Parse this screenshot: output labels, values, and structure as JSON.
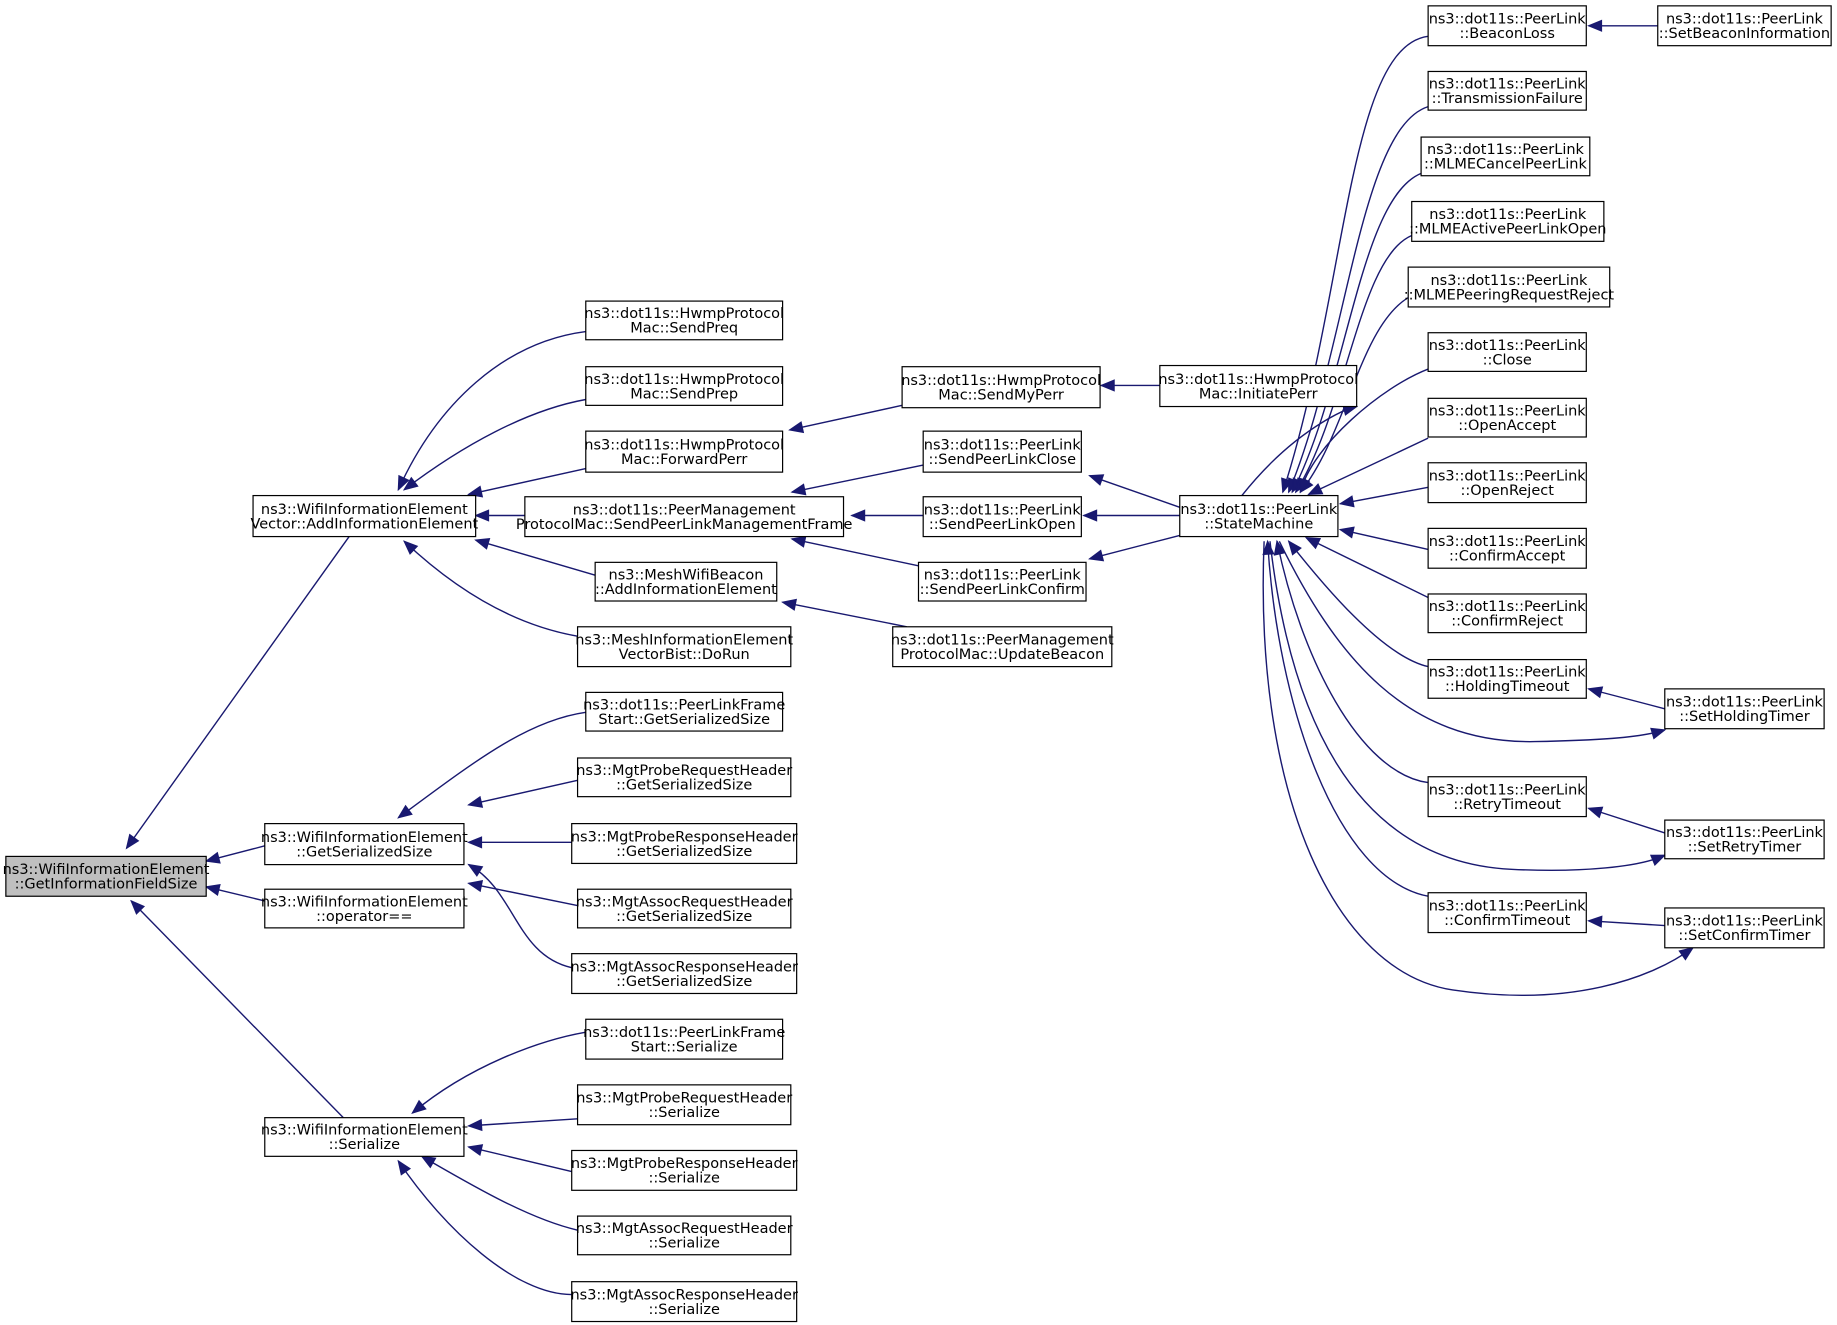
{
  "diagram_type": "caller graph",
  "colors": {
    "edge": "#191970",
    "root_fill": "#bfbfbf",
    "node_fill": "#ffffff",
    "node_border": "#000000"
  },
  "nodes": [
    {
      "id": "n0",
      "lines": [
        "ns3::WifiInformationElement",
        "::GetInformationFieldSize"
      ],
      "root": true
    },
    {
      "id": "n1",
      "lines": [
        "ns3::WifiInformationElement",
        "Vector::AddInformationElement"
      ]
    },
    {
      "id": "n2",
      "lines": [
        "ns3::dot11s::HwmpProtocol",
        "Mac::SendPreq"
      ]
    },
    {
      "id": "n3",
      "lines": [
        "ns3::dot11s::HwmpProtocol",
        "Mac::SendPrep"
      ]
    },
    {
      "id": "n4",
      "lines": [
        "ns3::dot11s::HwmpProtocol",
        "Mac::ForwardPerr"
      ]
    },
    {
      "id": "n5",
      "lines": [
        "ns3::dot11s::PeerManagement",
        "ProtocolMac::SendPeerLinkManagementFrame"
      ]
    },
    {
      "id": "n6",
      "lines": [
        "ns3::MeshWifiBeacon",
        "::AddInformationElement"
      ]
    },
    {
      "id": "n7",
      "lines": [
        "ns3::MeshInformationElement",
        "VectorBist::DoRun"
      ]
    },
    {
      "id": "n8",
      "lines": [
        "ns3::dot11s::HwmpProtocol",
        "Mac::SendMyPerr"
      ]
    },
    {
      "id": "n9",
      "lines": [
        "ns3::dot11s::HwmpProtocol",
        "Mac::InitiatePerr"
      ]
    },
    {
      "id": "n10",
      "lines": [
        "ns3::dot11s::PeerLink",
        "::SendPeerLinkClose"
      ]
    },
    {
      "id": "n11",
      "lines": [
        "ns3::dot11s::PeerLink",
        "::SendPeerLinkOpen"
      ]
    },
    {
      "id": "n12",
      "lines": [
        "ns3::dot11s::PeerLink",
        "::SendPeerLinkConfirm"
      ]
    },
    {
      "id": "n13",
      "lines": [
        "ns3::dot11s::PeerManagement",
        "ProtocolMac::UpdateBeacon"
      ]
    },
    {
      "id": "n14",
      "lines": [
        "ns3::dot11s::PeerLink",
        "::StateMachine"
      ]
    },
    {
      "id": "n15",
      "lines": [
        "ns3::dot11s::PeerLink",
        "::BeaconLoss"
      ]
    },
    {
      "id": "n16",
      "lines": [
        "ns3::dot11s::PeerLink",
        "::SetBeaconInformation"
      ]
    },
    {
      "id": "n17",
      "lines": [
        "ns3::dot11s::PeerLink",
        "::TransmissionFailure"
      ]
    },
    {
      "id": "n18",
      "lines": [
        "ns3::dot11s::PeerLink",
        "::MLMECancelPeerLink"
      ]
    },
    {
      "id": "n19",
      "lines": [
        "ns3::dot11s::PeerLink",
        "::MLMEActivePeerLinkOpen"
      ]
    },
    {
      "id": "n20",
      "lines": [
        "ns3::dot11s::PeerLink",
        "::MLMEPeeringRequestReject"
      ]
    },
    {
      "id": "n21",
      "lines": [
        "ns3::dot11s::PeerLink",
        "::Close"
      ]
    },
    {
      "id": "n22",
      "lines": [
        "ns3::dot11s::PeerLink",
        "::OpenAccept"
      ]
    },
    {
      "id": "n23",
      "lines": [
        "ns3::dot11s::PeerLink",
        "::OpenReject"
      ]
    },
    {
      "id": "n24",
      "lines": [
        "ns3::dot11s::PeerLink",
        "::ConfirmAccept"
      ]
    },
    {
      "id": "n25",
      "lines": [
        "ns3::dot11s::PeerLink",
        "::ConfirmReject"
      ]
    },
    {
      "id": "n26",
      "lines": [
        "ns3::dot11s::PeerLink",
        "::HoldingTimeout"
      ]
    },
    {
      "id": "n27",
      "lines": [
        "ns3::dot11s::PeerLink",
        "::SetHoldingTimer"
      ]
    },
    {
      "id": "n28",
      "lines": [
        "ns3::dot11s::PeerLink",
        "::RetryTimeout"
      ]
    },
    {
      "id": "n29",
      "lines": [
        "ns3::dot11s::PeerLink",
        "::SetRetryTimer"
      ]
    },
    {
      "id": "n30",
      "lines": [
        "ns3::dot11s::PeerLink",
        "::ConfirmTimeout"
      ]
    },
    {
      "id": "n31",
      "lines": [
        "ns3::dot11s::PeerLink",
        "::SetConfirmTimer"
      ]
    },
    {
      "id": "n32",
      "lines": [
        "ns3::WifiInformationElement",
        "::GetSerializedSize"
      ]
    },
    {
      "id": "n33",
      "lines": [
        "ns3::dot11s::PeerLinkFrame",
        "Start::GetSerializedSize"
      ]
    },
    {
      "id": "n34",
      "lines": [
        "ns3::MgtProbeRequestHeader",
        "::GetSerializedSize"
      ]
    },
    {
      "id": "n35",
      "lines": [
        "ns3::MgtProbeResponseHeader",
        "::GetSerializedSize"
      ]
    },
    {
      "id": "n36",
      "lines": [
        "ns3::MgtAssocRequestHeader",
        "::GetSerializedSize"
      ]
    },
    {
      "id": "n37",
      "lines": [
        "ns3::MgtAssocResponseHeader",
        "::GetSerializedSize"
      ]
    },
    {
      "id": "n38",
      "lines": [
        "ns3::WifiInformationElement",
        "::operator=="
      ]
    },
    {
      "id": "n39",
      "lines": [
        "ns3::WifiInformationElement",
        "::Serialize"
      ]
    },
    {
      "id": "n40",
      "lines": [
        "ns3::dot11s::PeerLinkFrame",
        "Start::Serialize"
      ]
    },
    {
      "id": "n41",
      "lines": [
        "ns3::MgtProbeRequestHeader",
        "::Serialize"
      ]
    },
    {
      "id": "n42",
      "lines": [
        "ns3::MgtProbeResponseHeader",
        "::Serialize"
      ]
    },
    {
      "id": "n43",
      "lines": [
        "ns3::MgtAssocRequestHeader",
        "::Serialize"
      ]
    },
    {
      "id": "n44",
      "lines": [
        "ns3::MgtAssocResponseHeader",
        "::Serialize"
      ]
    }
  ],
  "edges": [
    {
      "from": "n1",
      "to": "n0"
    },
    {
      "from": "n32",
      "to": "n0"
    },
    {
      "from": "n38",
      "to": "n0"
    },
    {
      "from": "n39",
      "to": "n0"
    },
    {
      "from": "n2",
      "to": "n1"
    },
    {
      "from": "n3",
      "to": "n1"
    },
    {
      "from": "n4",
      "to": "n1"
    },
    {
      "from": "n5",
      "to": "n1"
    },
    {
      "from": "n6",
      "to": "n1"
    },
    {
      "from": "n7",
      "to": "n1"
    },
    {
      "from": "n8",
      "to": "n4"
    },
    {
      "from": "n9",
      "to": "n8"
    },
    {
      "from": "n10",
      "to": "n5"
    },
    {
      "from": "n11",
      "to": "n5"
    },
    {
      "from": "n12",
      "to": "n5"
    },
    {
      "from": "n13",
      "to": "n6"
    },
    {
      "from": "n14",
      "to": "n9"
    },
    {
      "from": "n14",
      "to": "n10"
    },
    {
      "from": "n14",
      "to": "n11"
    },
    {
      "from": "n14",
      "to": "n12"
    },
    {
      "from": "n15",
      "to": "n14"
    },
    {
      "from": "n16",
      "to": "n15"
    },
    {
      "from": "n17",
      "to": "n14"
    },
    {
      "from": "n18",
      "to": "n14"
    },
    {
      "from": "n19",
      "to": "n14"
    },
    {
      "from": "n20",
      "to": "n14"
    },
    {
      "from": "n21",
      "to": "n14"
    },
    {
      "from": "n22",
      "to": "n14"
    },
    {
      "from": "n23",
      "to": "n14"
    },
    {
      "from": "n24",
      "to": "n14"
    },
    {
      "from": "n25",
      "to": "n14"
    },
    {
      "from": "n26",
      "to": "n14"
    },
    {
      "from": "n27",
      "to": "n26"
    },
    {
      "from": "n14",
      "to": "n27"
    },
    {
      "from": "n28",
      "to": "n14"
    },
    {
      "from": "n29",
      "to": "n28"
    },
    {
      "from": "n14",
      "to": "n29"
    },
    {
      "from": "n30",
      "to": "n14"
    },
    {
      "from": "n31",
      "to": "n30"
    },
    {
      "from": "n14",
      "to": "n31"
    },
    {
      "from": "n33",
      "to": "n32"
    },
    {
      "from": "n34",
      "to": "n32"
    },
    {
      "from": "n35",
      "to": "n32"
    },
    {
      "from": "n36",
      "to": "n32"
    },
    {
      "from": "n37",
      "to": "n32"
    },
    {
      "from": "n40",
      "to": "n39"
    },
    {
      "from": "n41",
      "to": "n39"
    },
    {
      "from": "n42",
      "to": "n39"
    },
    {
      "from": "n43",
      "to": "n39"
    },
    {
      "from": "n44",
      "to": "n39"
    }
  ]
}
